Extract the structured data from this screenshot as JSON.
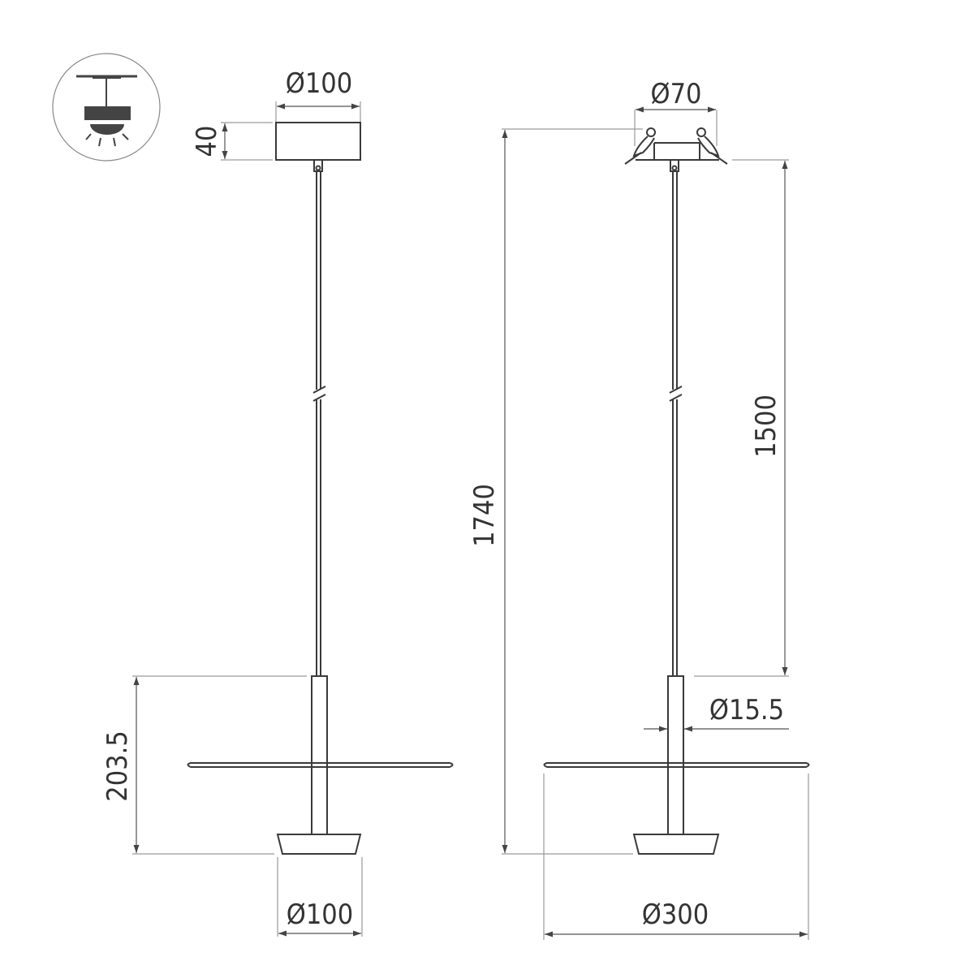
{
  "drawing": {
    "title": "Pendant lamp dimension drawing",
    "colors": {
      "line": "#3a3a3a",
      "dimension": "#555555",
      "extension": "#9a9a9a",
      "icon_fill": "#444444",
      "background": "#ffffff"
    },
    "icon": {
      "name": "pendant-ceiling-light-icon"
    },
    "left_view": {
      "canopy_diameter": "Ø100",
      "canopy_height": "40",
      "lower_height": "203.5",
      "base_diameter": "Ø100"
    },
    "right_view": {
      "recessed_cut_diameter": "Ø70",
      "total_height": "1740",
      "cable_length": "1500",
      "tube_diameter": "Ø15.5",
      "shade_diameter": "Ø300"
    }
  }
}
